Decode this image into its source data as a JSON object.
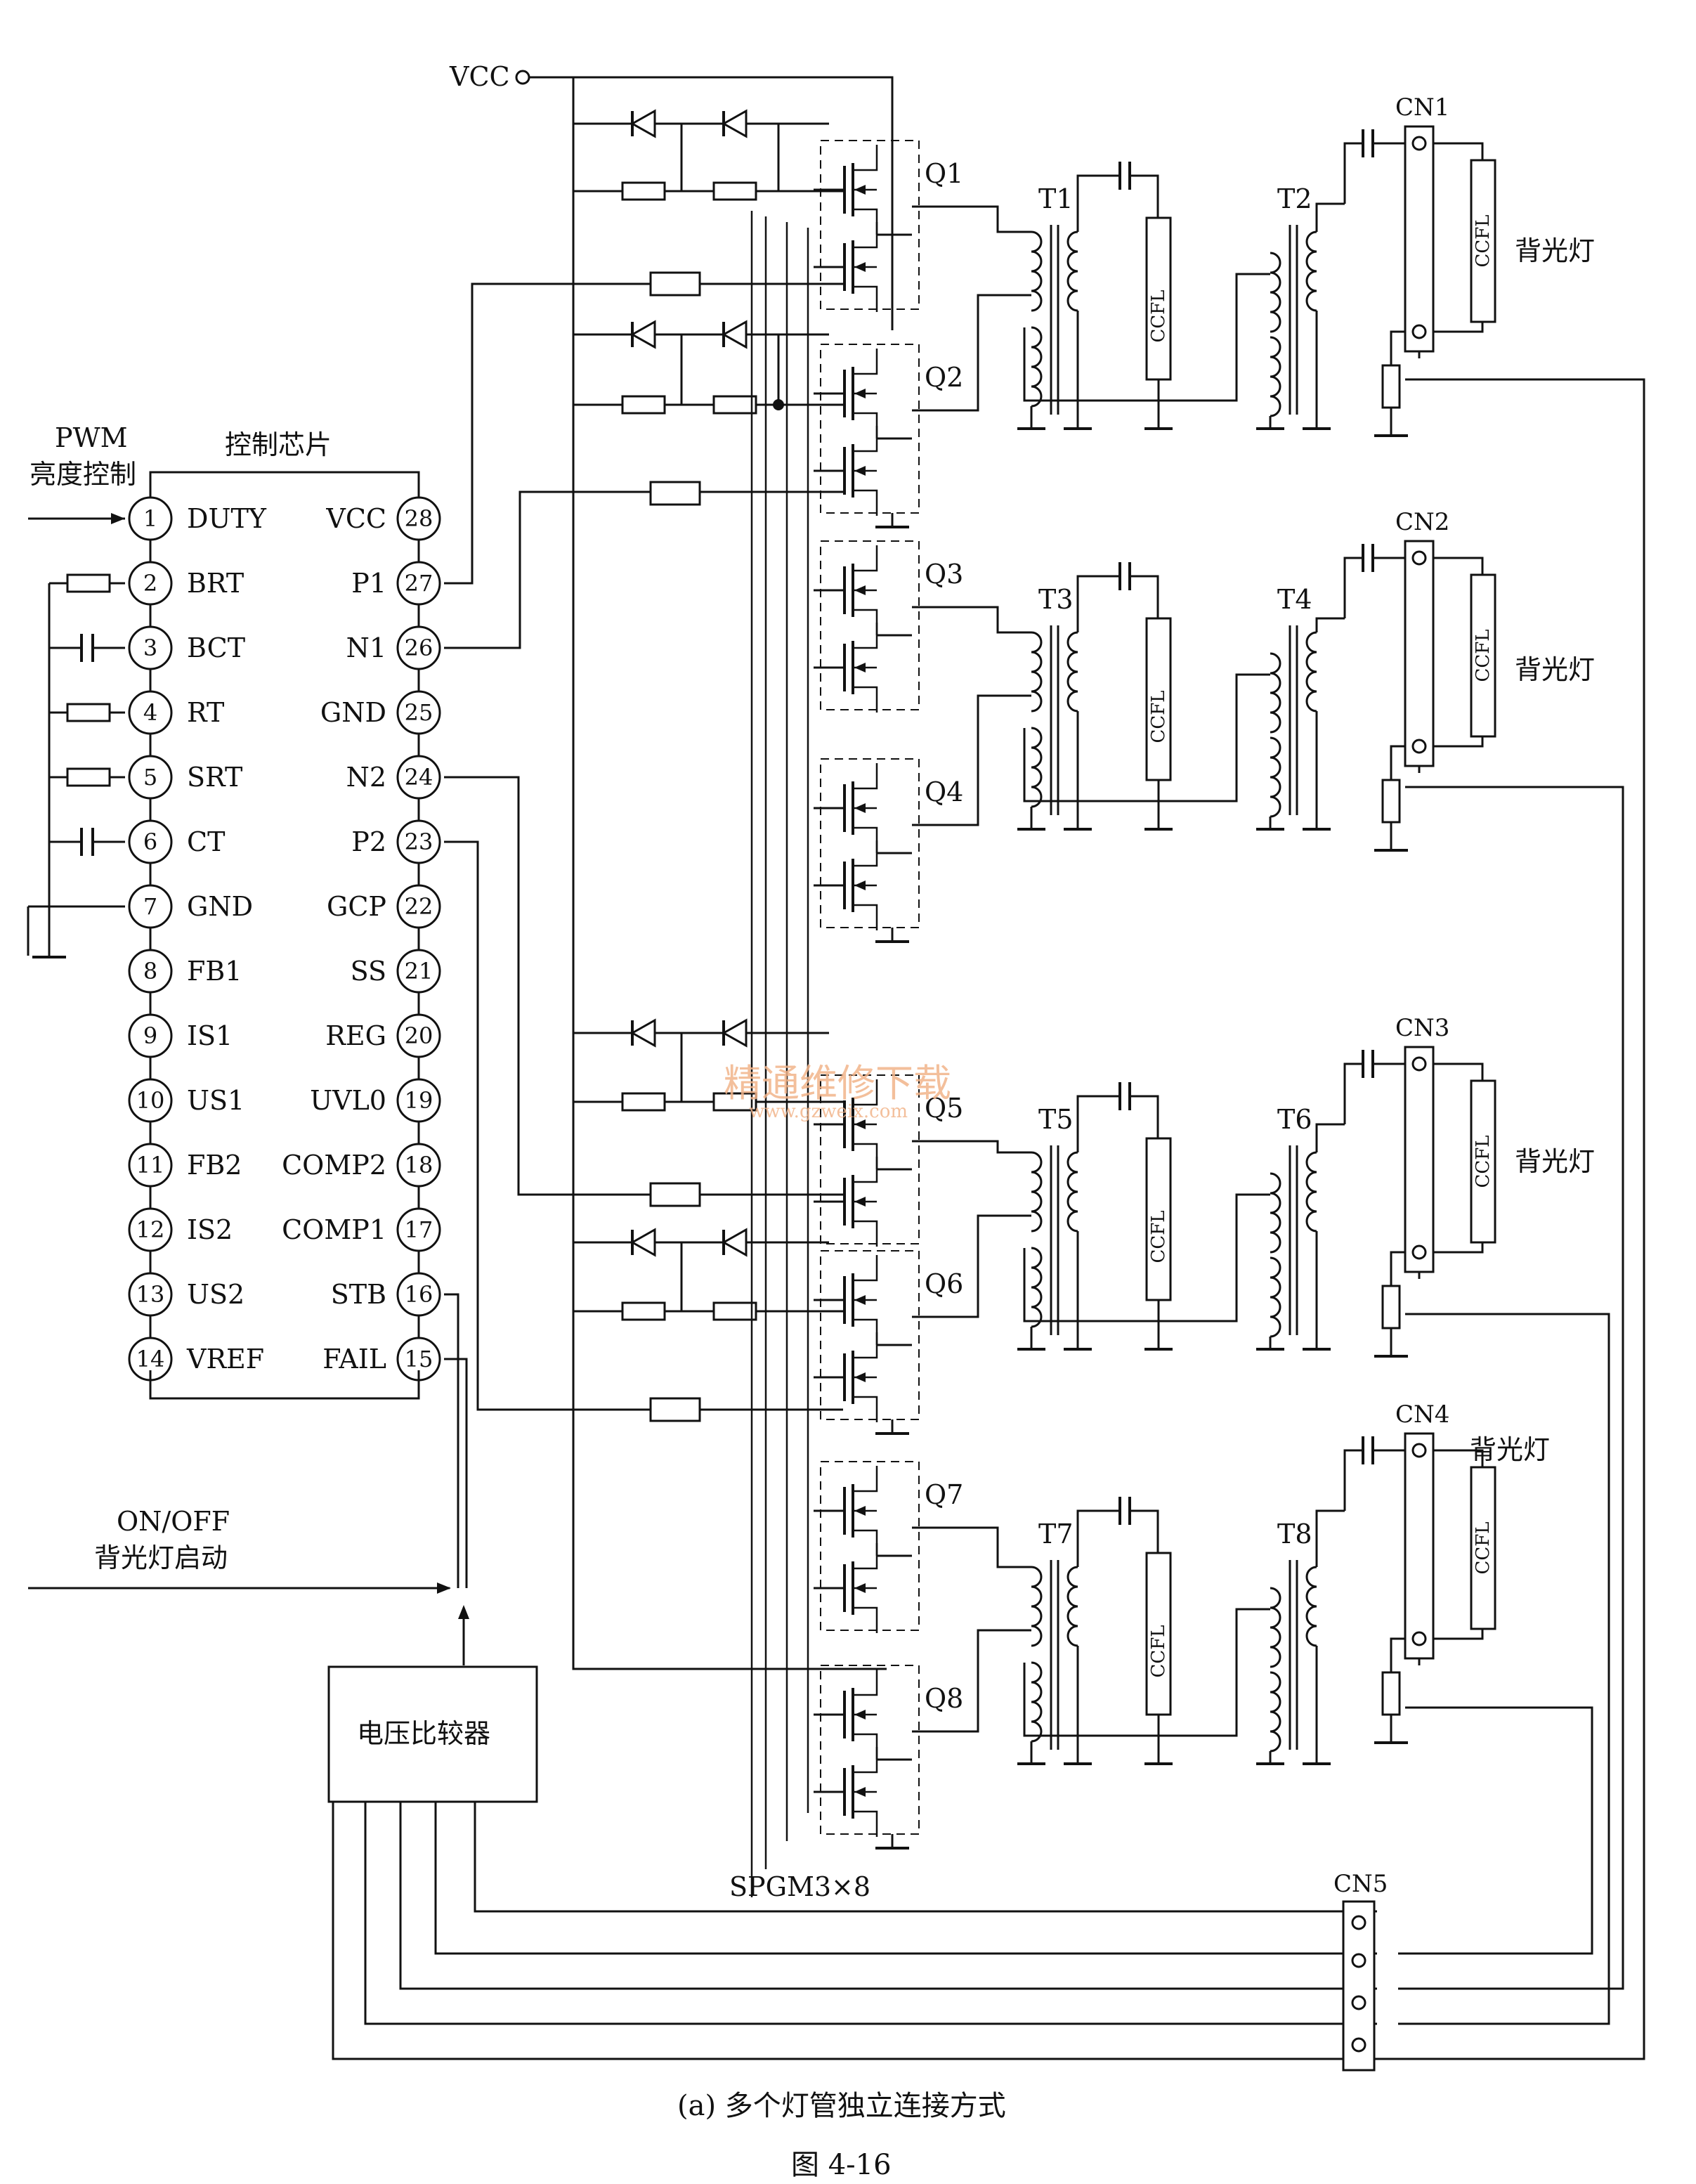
{
  "vcc_label": "VCC",
  "pwm_label": "PWM",
  "brightness_label": "亮度控制",
  "chip_title": "控制芯片",
  "left_pins": [
    {
      "num": "1",
      "name": "DUTY"
    },
    {
      "num": "2",
      "name": "BRT"
    },
    {
      "num": "3",
      "name": "BCT"
    },
    {
      "num": "4",
      "name": "RT"
    },
    {
      "num": "5",
      "name": "SRT"
    },
    {
      "num": "6",
      "name": "CT"
    },
    {
      "num": "7",
      "name": "GND"
    },
    {
      "num": "8",
      "name": "FB1"
    },
    {
      "num": "9",
      "name": "IS1"
    },
    {
      "num": "10",
      "name": "US1"
    },
    {
      "num": "11",
      "name": "FB2"
    },
    {
      "num": "12",
      "name": "IS2"
    },
    {
      "num": "13",
      "name": "US2"
    },
    {
      "num": "14",
      "name": "VREF"
    }
  ],
  "right_pins": [
    {
      "num": "28",
      "name": "VCC"
    },
    {
      "num": "27",
      "name": "P1"
    },
    {
      "num": "26",
      "name": "N1"
    },
    {
      "num": "25",
      "name": "GND"
    },
    {
      "num": "24",
      "name": "N2"
    },
    {
      "num": "23",
      "name": "P2"
    },
    {
      "num": "22",
      "name": "GCP"
    },
    {
      "num": "21",
      "name": "SS"
    },
    {
      "num": "20",
      "name": "REG"
    },
    {
      "num": "19",
      "name": "UVL0"
    },
    {
      "num": "18",
      "name": "COMP2"
    },
    {
      "num": "17",
      "name": "COMP1"
    },
    {
      "num": "16",
      "name": "STB"
    },
    {
      "num": "15",
      "name": "FAIL"
    }
  ],
  "onoff_label": "ON/OFF",
  "backlight_start_label": "背光灯启动",
  "comparator_label": "电压比较器",
  "mosfets": [
    "Q1",
    "Q2",
    "Q3",
    "Q4",
    "Q5",
    "Q6",
    "Q7",
    "Q8"
  ],
  "transformers": [
    "T1",
    "T2",
    "T3",
    "T4",
    "T5",
    "T6",
    "T7",
    "T8"
  ],
  "connectors": [
    "CN1",
    "CN2",
    "CN3",
    "CN4",
    "CN5"
  ],
  "lamp_label": "CCFL",
  "backlight_label": "背光灯",
  "module_label": "SPGM3×8",
  "watermark": "精通维修下载",
  "watermark_url": "www.gzweix.com",
  "caption": "(a) 多个灯管独立连接方式",
  "figure_number": "图 4-16"
}
